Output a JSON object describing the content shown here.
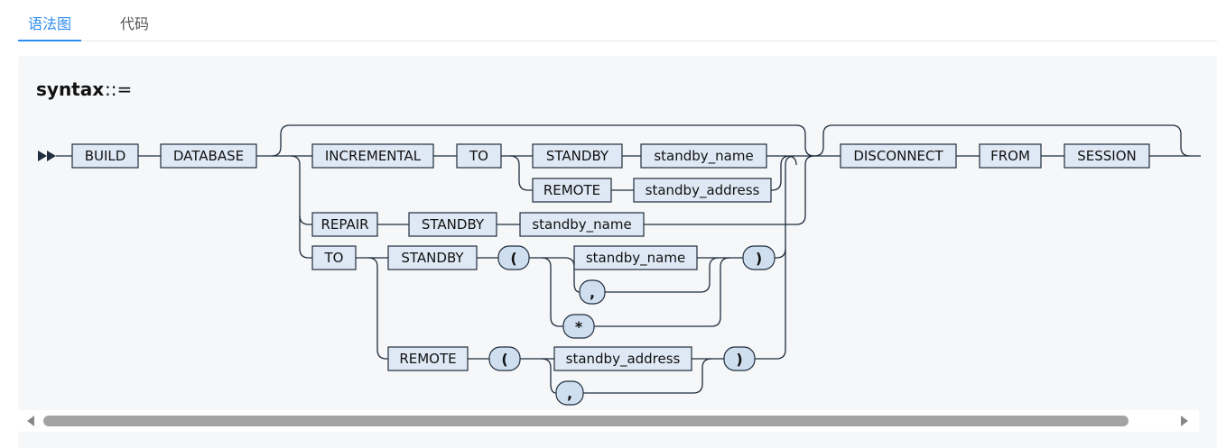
{
  "tabs": [
    {
      "label": "语法图",
      "active": true
    },
    {
      "label": "代码",
      "active": false
    }
  ],
  "diagram": {
    "rule_name": "syntax",
    "rule_op": "::=",
    "keywords": {
      "build": "BUILD",
      "database": "DATABASE",
      "incremental": "INCREMENTAL",
      "to": "TO",
      "standby": "STANDBY",
      "standby_name": "standby_name",
      "remote": "REMOTE",
      "standby_address": "standby_address",
      "repair": "REPAIR",
      "disconnect": "DISCONNECT",
      "from": "FROM",
      "session": "SESSION",
      "lparen": "(",
      "rparen": ")",
      "comma": ",",
      "star": "*"
    }
  },
  "colors": {
    "accent": "#2d8cf0",
    "panel_bg": "#f5f7f9",
    "box_fill": "#dfe9f5",
    "punct_fill": "#cfdff0",
    "line": "#1f2d3d"
  }
}
